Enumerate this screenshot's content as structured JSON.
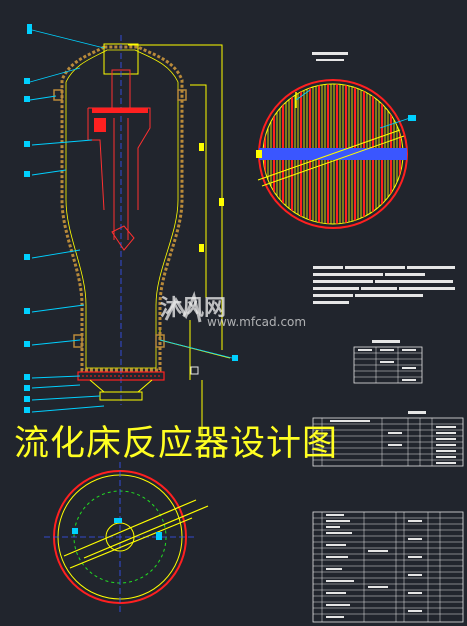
{
  "drawing": {
    "title": "流化床反应器设计图",
    "colors": {
      "background": "#21252d",
      "outline_yellow": "#ffff00",
      "section_red": "#ff2020",
      "baffle_blue": "#3a56ff",
      "leader_cyan": "#00d0ff",
      "dimension_green": "#22dd22",
      "shell_brown": "#b98a3a",
      "table_white": "#e6e6e6"
    },
    "views": [
      "elevation-section",
      "top-section",
      "bottom-section",
      "notes-block",
      "nozzle-table",
      "parts-list"
    ]
  },
  "watermark": {
    "logo_text": "沐风网",
    "url": "www.mfcad.com"
  }
}
